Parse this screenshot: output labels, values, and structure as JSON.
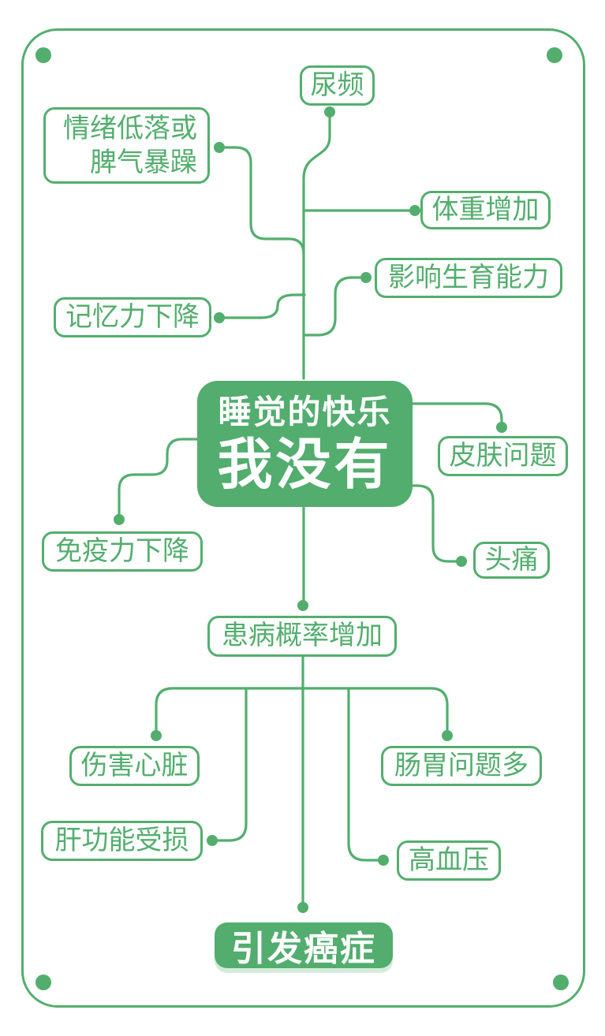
{
  "colors": {
    "accent_green": "#53ae6e",
    "background": "#ffffff",
    "text_on_green": "#ffffff"
  },
  "center": {
    "line1": "睡觉的快乐",
    "line2": "我没有"
  },
  "nodes": {
    "frequent_urination": {
      "label": "尿频"
    },
    "low_mood": {
      "line1": "情绪低落或",
      "line2": "脾气暴躁"
    },
    "weight_gain": {
      "label": "体重增加"
    },
    "fertility_impact": {
      "label": "影响生育能力"
    },
    "memory_decline": {
      "label": "记忆力下降"
    },
    "skin_problems": {
      "label": "皮肤问题"
    },
    "immunity_decline": {
      "label": "免疫力下降"
    },
    "headache": {
      "label": "头痛"
    },
    "disease_risk": {
      "label": "患病概率增加"
    },
    "heart_damage": {
      "label": "伤害心脏"
    },
    "gut_problems": {
      "label": "肠胃问题多"
    },
    "liver_damage": {
      "label": "肝功能受损"
    },
    "hypertension": {
      "label": "高血压"
    },
    "cancer": {
      "label": "引发癌症"
    }
  }
}
